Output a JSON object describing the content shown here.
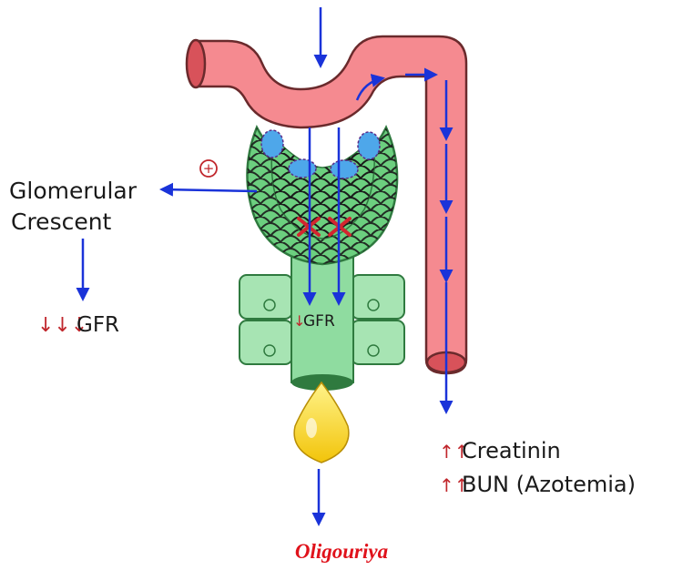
{
  "labels": {
    "glomerular_line1": "Glomerular",
    "glomerular_line2": "Crescent",
    "plus_sign": "+",
    "gfr_left_arrows": "↓↓↓",
    "gfr_left": "GFR",
    "gfr_center_arrow": "↓",
    "gfr_center": "GFR",
    "creatinin_arrows": "↑↑",
    "creatinin": "Creatinin",
    "bun_arrows": "↑↑",
    "bun": "BUN (Azotemia)"
  },
  "caption": {
    "text": "Oligouriya",
    "color": "#e0121b"
  },
  "colors": {
    "vessel": "#f58a90",
    "vessel_outline": "#6a2a2c",
    "glomerulus": "#6ccf7f",
    "tubule": "#a7e4b3",
    "arrow": "#1a33d9",
    "cross": "#d3262f",
    "drop": "#f5d21a",
    "blue_cells": "#4ea7ea"
  }
}
